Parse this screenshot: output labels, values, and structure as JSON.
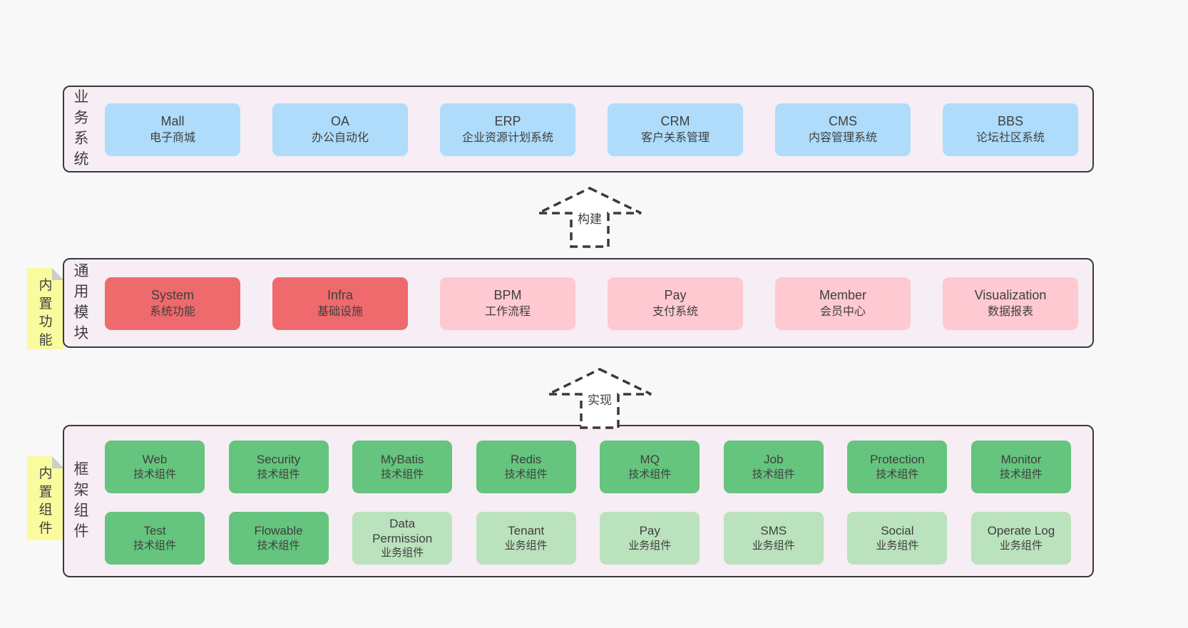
{
  "colors": {
    "pageBg": "#f8f8f8",
    "containerBg": "#f7edf4",
    "border": "#3a3a3a",
    "text": "#3f3f3f",
    "blue": "#aedcfa",
    "red": "#ee6a6c",
    "pink": "#fec9d1",
    "greenDark": "#65c47d",
    "greenLight": "#bae2bc",
    "yellowNote": "#fafa9e",
    "foldGray": "#cdcdcd"
  },
  "arrows": [
    {
      "label": "构建"
    },
    {
      "label": "实现"
    }
  ],
  "sections": [
    {
      "label": "业务系统",
      "rows": [
        [
          {
            "name": "Mall",
            "desc": "电子商城",
            "color": "blue"
          },
          {
            "name": "OA",
            "desc": "办公自动化",
            "color": "blue"
          },
          {
            "name": "ERP",
            "desc": "企业资源计划系统",
            "color": "blue"
          },
          {
            "name": "CRM",
            "desc": "客户关系管理",
            "color": "blue"
          },
          {
            "name": "CMS",
            "desc": "内容管理系统",
            "color": "blue"
          },
          {
            "name": "BBS",
            "desc": "论坛社区系统",
            "color": "blue"
          }
        ]
      ]
    },
    {
      "label": "通用模块",
      "note": "内置功能",
      "rows": [
        [
          {
            "name": "System",
            "desc": "系统功能",
            "color": "red"
          },
          {
            "name": "Infra",
            "desc": "基础设施",
            "color": "red"
          },
          {
            "name": "BPM",
            "desc": "工作流程",
            "color": "pink"
          },
          {
            "name": "Pay",
            "desc": "支付系统",
            "color": "pink"
          },
          {
            "name": "Member",
            "desc": "会员中心",
            "color": "pink"
          },
          {
            "name": "Visualization",
            "desc": "数据报表",
            "color": "pink"
          }
        ]
      ]
    },
    {
      "label": "框架组件",
      "note": "内置组件",
      "rows": [
        [
          {
            "name": "Web",
            "desc": "技术组件",
            "color": "greenDark"
          },
          {
            "name": "Security",
            "desc": "技术组件",
            "color": "greenDark"
          },
          {
            "name": "MyBatis",
            "desc": "技术组件",
            "color": "greenDark"
          },
          {
            "name": "Redis",
            "desc": "技术组件",
            "color": "greenDark"
          },
          {
            "name": "MQ",
            "desc": "技术组件",
            "color": "greenDark"
          },
          {
            "name": "Job",
            "desc": "技术组件",
            "color": "greenDark"
          },
          {
            "name": "Protection",
            "desc": "技术组件",
            "color": "greenDark"
          },
          {
            "name": "Monitor",
            "desc": "技术组件",
            "color": "greenDark"
          }
        ],
        [
          {
            "name": "Test",
            "desc": "技术组件",
            "color": "greenDark"
          },
          {
            "name": "Flowable",
            "desc": "技术组件",
            "color": "greenDark"
          },
          {
            "name": "Data Permission",
            "desc": "业务组件",
            "color": "greenLight"
          },
          {
            "name": "Tenant",
            "desc": "业务组件",
            "color": "greenLight"
          },
          {
            "name": "Pay",
            "desc": "业务组件",
            "color": "greenLight"
          },
          {
            "name": "SMS",
            "desc": "业务组件",
            "color": "greenLight"
          },
          {
            "name": "Social",
            "desc": "业务组件",
            "color": "greenLight"
          },
          {
            "name": "Operate Log",
            "desc": "业务组件",
            "color": "greenLight"
          }
        ]
      ]
    }
  ]
}
